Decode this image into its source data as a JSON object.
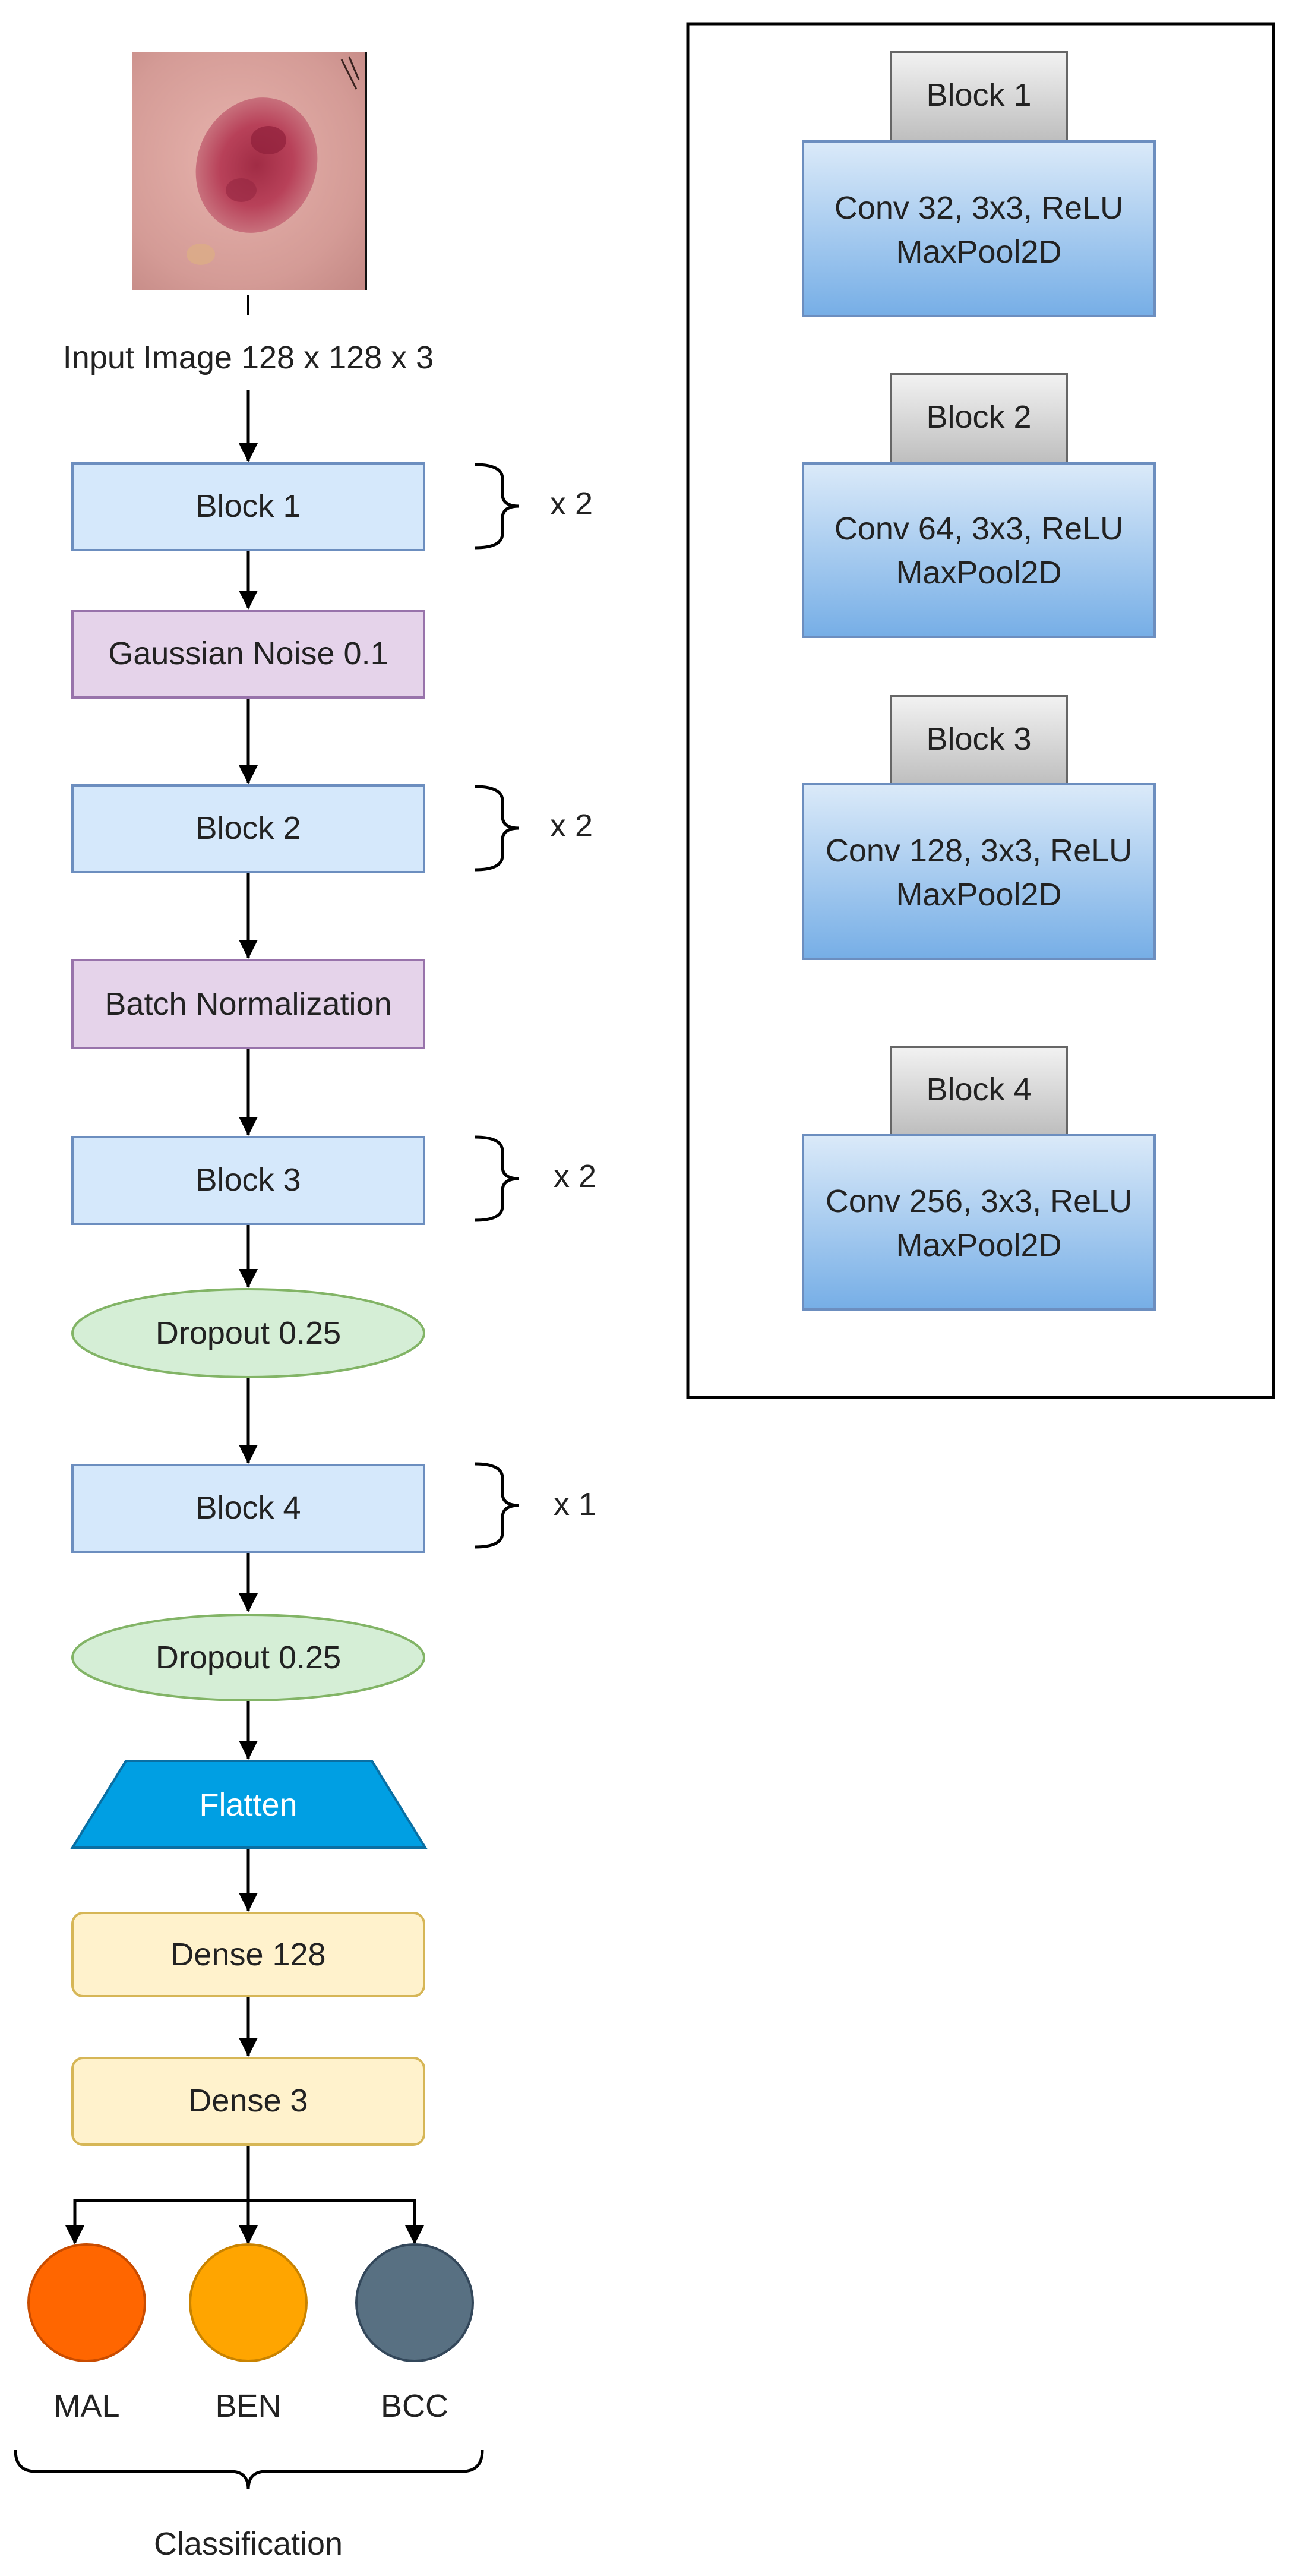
{
  "input": {
    "label": "Input Image 128 x 128 x 3",
    "image_desc": "dermoscopy-lesion-image"
  },
  "layers": {
    "block1": "Block 1",
    "gaussian": "Gaussian Noise 0.1",
    "block2": "Block 2",
    "batchnorm": "Batch Normalization",
    "block3": "Block 3",
    "dropout1": "Dropout 0.25",
    "block4": "Block 4",
    "dropout2": "Dropout 0.25",
    "flatten": "Flatten",
    "dense128": "Dense 128",
    "dense3": "Dense 3"
  },
  "repeats": {
    "block1": "x 2",
    "block2": "x 2",
    "block3": "x 2",
    "block4": "x 1"
  },
  "outputs": [
    {
      "label": "MAL",
      "color": "#ff6600"
    },
    {
      "label": "BEN",
      "color": "#ffa500"
    },
    {
      "label": "BCC",
      "color": "#587082"
    }
  ],
  "classification_label": "Classification",
  "legend": {
    "blocks": [
      {
        "title": "Block 1",
        "line1": "Conv 32, 3x3, ReLU",
        "line2": "MaxPool2D"
      },
      {
        "title": "Block 2",
        "line1": "Conv 64, 3x3, ReLU",
        "line2": "MaxPool2D"
      },
      {
        "title": "Block 3",
        "line1": "Conv 128, 3x3, ReLU",
        "line2": "MaxPool2D"
      },
      {
        "title": "Block 4",
        "line1": "Conv 256, 3x3, ReLU",
        "line2": "MaxPool2D"
      }
    ]
  },
  "colors": {
    "block_fill": "#d5e8fb",
    "block_stroke": "#6c8ebf",
    "purple_fill": "#e5d3ea",
    "purple_stroke": "#9873ab",
    "green_fill": "#d5eed6",
    "green_stroke": "#82b466",
    "flatten_fill": "#009fe3",
    "flatten_stroke": "#0a6fa3",
    "dense_fill": "#fff2cc",
    "dense_stroke": "#d6b656",
    "legend_title_fill": "#cfcfcf",
    "legend_title_stroke": "#666666"
  }
}
